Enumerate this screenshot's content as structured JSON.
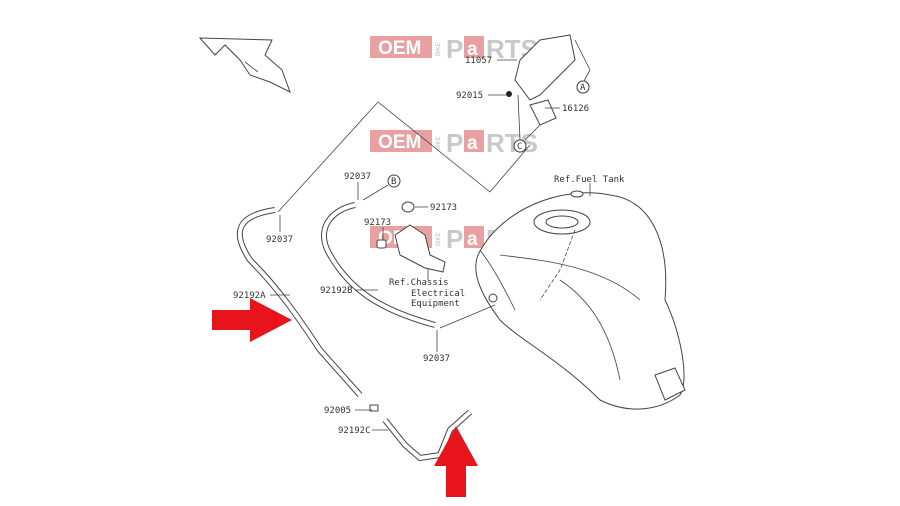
{
  "watermark": {
    "oem": "OEM",
    "bike": "BIKE",
    "p": "P",
    "a": "a",
    "rts": "RTS"
  },
  "labels": {
    "p11057": "11057",
    "p92015": "92015",
    "p16126": "16126",
    "p92037_top": "92037",
    "p92037_left": "92037",
    "p92037_bottom": "92037",
    "p92173_right": "92173",
    "p92173_left": "92173",
    "p92192A": "92192A",
    "p92192B": "92192B",
    "p92192C": "92192C",
    "p92005": "92005",
    "ref_fuel_tank": "Ref.Fuel Tank",
    "ref_chassis_1": "Ref.Chassis",
    "ref_chassis_2": "Electrical",
    "ref_chassis_3": "Equipment",
    "callout_a": "A",
    "callout_b": "B",
    "callout_c": "C"
  },
  "colors": {
    "arrow": "#e8141b",
    "watermark_red": "#e88a8a"
  }
}
